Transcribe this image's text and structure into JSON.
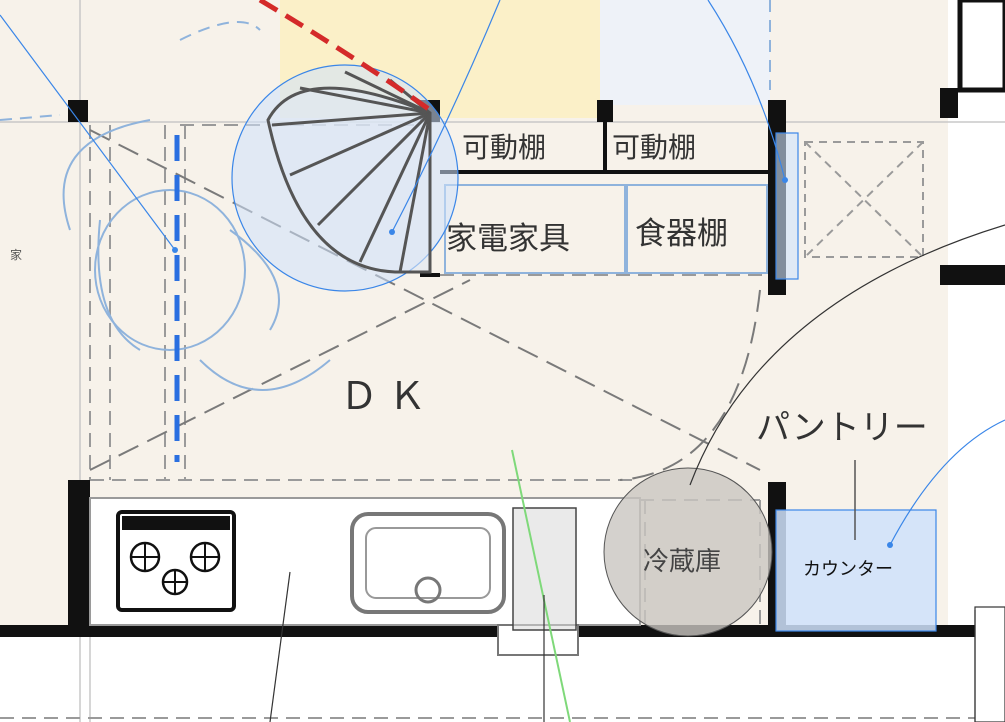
{
  "plan": {
    "room_dk": "ＤＫ",
    "pantry": "パントリー",
    "movable_shelf_1": "可動棚",
    "movable_shelf_2": "可動棚",
    "appliance_storage": "家電家具",
    "dish_cabinet": "食器棚",
    "refrigerator": "冷蔵庫",
    "counter": "カウンター",
    "edge_char": "家"
  },
  "colors": {
    "background": "#f7f2ea",
    "wall": "#111111",
    "annotation_blue": "#3a86e8",
    "highlight_fill": "#cfe2fb",
    "red_dashed": "#d42a2a",
    "yellow_room": "#fbf0c8",
    "grey_circle": "#c9c5c0",
    "green_line": "#7fd97a"
  }
}
